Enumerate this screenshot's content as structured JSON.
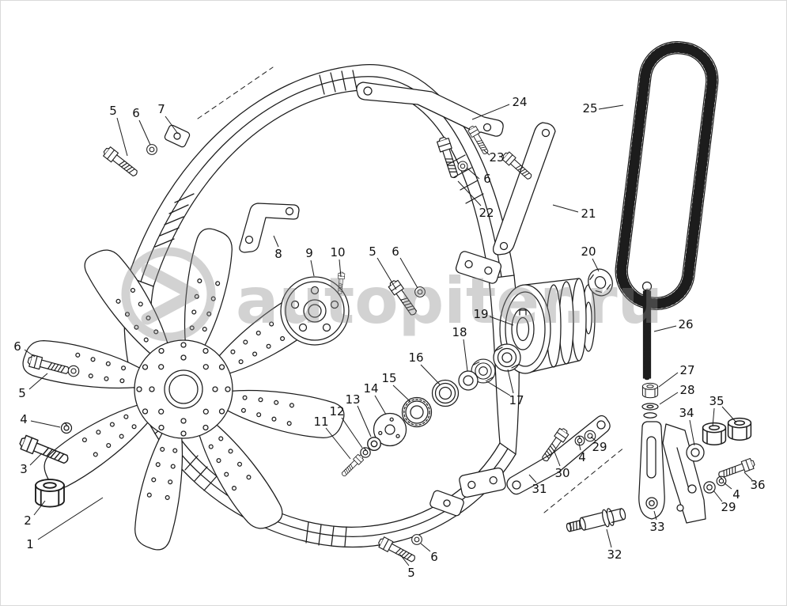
{
  "diagram": {
    "watermark": {
      "text": "autopiter.ru",
      "logo_glyph": ">"
    },
    "callouts": [
      {
        "label": "5",
        "t": [
          143,
          140
        ],
        "lines": [
          [
            148,
            149,
            161,
            197
          ]
        ]
      },
      {
        "label": "6",
        "t": [
          172,
          143
        ],
        "lines": [
          [
            176,
            152,
            190,
            183
          ]
        ]
      },
      {
        "label": "7",
        "t": [
          204,
          138
        ],
        "lines": [
          [
            209,
            147,
            225,
            169
          ]
        ]
      },
      {
        "label": "24",
        "t": [
          657,
          129
        ],
        "lines": [
          [
            644,
            132,
            597,
            151
          ]
        ]
      },
      {
        "label": "25",
        "t": [
          746,
          137
        ],
        "lines": [
          [
            757,
            138,
            788,
            133
          ]
        ]
      },
      {
        "label": "23",
        "t": [
          628,
          199
        ],
        "lines": [
          [
            619,
            196,
            612,
            190
          ]
        ]
      },
      {
        "label": "6",
        "t": [
          616,
          226
        ],
        "lines": [
          [
            606,
            226,
            590,
            212
          ]
        ]
      },
      {
        "label": "22",
        "t": [
          615,
          269
        ],
        "lines": [
          [
            608,
            260,
            579,
            229
          ]
        ]
      },
      {
        "label": "21",
        "t": [
          744,
          270
        ],
        "lines": [
          [
            731,
            268,
            699,
            259
          ]
        ]
      },
      {
        "label": "8",
        "t": [
          352,
          321
        ],
        "lines": [
          [
            352,
            312,
            346,
            298
          ]
        ]
      },
      {
        "label": "9",
        "t": [
          391,
          320
        ],
        "lines": [
          [
            393,
            329,
            397,
            349
          ]
        ]
      },
      {
        "label": "10",
        "t": [
          427,
          319
        ],
        "lines": [
          [
            429,
            328,
            431,
            350
          ]
        ]
      },
      {
        "label": "5",
        "t": [
          471,
          318
        ],
        "lines": [
          [
            477,
            326,
            501,
            366
          ]
        ]
      },
      {
        "label": "6",
        "t": [
          500,
          318
        ],
        "lines": [
          [
            506,
            326,
            528,
            364
          ]
        ]
      },
      {
        "label": "20",
        "t": [
          744,
          318
        ],
        "lines": [
          [
            749,
            327,
            757,
            343
          ]
        ]
      },
      {
        "label": "19",
        "t": [
          608,
          397
        ],
        "lines": [
          [
            619,
            400,
            649,
            411
          ]
        ]
      },
      {
        "label": "26",
        "t": [
          867,
          410
        ],
        "lines": [
          [
            855,
            412,
            827,
            419
          ]
        ]
      },
      {
        "label": "18",
        "t": [
          581,
          420
        ],
        "lines": [
          [
            586,
            429,
            591,
            469
          ]
        ]
      },
      {
        "label": "16",
        "t": [
          526,
          452
        ],
        "lines": [
          [
            532,
            461,
            556,
            486
          ]
        ]
      },
      {
        "label": "17",
        "t": [
          653,
          506
        ],
        "lines": [
          [
            649,
            497,
            642,
            467
          ],
          [
            645,
            500,
            614,
            481
          ]
        ]
      },
      {
        "label": "27",
        "t": [
          869,
          468
        ],
        "lines": [
          [
            857,
            471,
            833,
            489
          ]
        ]
      },
      {
        "label": "28",
        "t": [
          869,
          493
        ],
        "lines": [
          [
            857,
            496,
            834,
            511
          ]
        ]
      },
      {
        "label": "15",
        "t": [
          492,
          478
        ],
        "lines": [
          [
            497,
            487,
            518,
            507
          ]
        ]
      },
      {
        "label": "14",
        "t": [
          469,
          491
        ],
        "lines": [
          [
            474,
            500,
            488,
            524
          ]
        ]
      },
      {
        "label": "13",
        "t": [
          446,
          505
        ],
        "lines": [
          [
            452,
            513,
            469,
            552
          ]
        ]
      },
      {
        "label": "12",
        "t": [
          426,
          520
        ],
        "lines": [
          [
            432,
            528,
            458,
            566
          ]
        ]
      },
      {
        "label": "11",
        "t": [
          406,
          533
        ],
        "lines": [
          [
            412,
            541,
            443,
            580
          ]
        ]
      },
      {
        "label": "35",
        "t": [
          906,
          507
        ],
        "lines": [
          [
            903,
            516,
            901,
            539
          ],
          [
            913,
            514,
            931,
            534
          ]
        ]
      },
      {
        "label": "34",
        "t": [
          868,
          522
        ],
        "lines": [
          [
            872,
            531,
            878,
            563
          ]
        ]
      },
      {
        "label": "6",
        "t": [
          22,
          438
        ],
        "lines": [
          [
            31,
            442,
            44,
            451
          ]
        ]
      },
      {
        "label": "5",
        "t": [
          28,
          497
        ],
        "lines": [
          [
            37,
            492,
            60,
            472
          ]
        ]
      },
      {
        "label": "4",
        "t": [
          30,
          530
        ],
        "lines": [
          [
            39,
            532,
            76,
            540
          ]
        ]
      },
      {
        "label": "3",
        "t": [
          30,
          593
        ],
        "lines": [
          [
            38,
            588,
            53,
            573
          ]
        ]
      },
      {
        "label": "2",
        "t": [
          35,
          658
        ],
        "lines": [
          [
            43,
            651,
            57,
            633
          ]
        ]
      },
      {
        "label": "1",
        "t": [
          38,
          688
        ],
        "lines": [
          [
            48,
            682,
            130,
            629
          ]
        ]
      },
      {
        "label": "29",
        "t": [
          758,
          565
        ],
        "lines": [
          [
            753,
            557,
            747,
            552
          ]
        ]
      },
      {
        "label": "4",
        "t": [
          736,
          578
        ],
        "lines": [
          [
            734,
            569,
            732,
            560
          ]
        ]
      },
      {
        "label": "30",
        "t": [
          711,
          598
        ],
        "lines": [
          [
            708,
            589,
            701,
            571
          ]
        ]
      },
      {
        "label": "31",
        "t": [
          682,
          618
        ],
        "lines": [
          [
            678,
            610,
            669,
            600
          ]
        ]
      },
      {
        "label": "36",
        "t": [
          958,
          613
        ],
        "lines": [
          [
            951,
            607,
            941,
            597
          ]
        ]
      },
      {
        "label": "4",
        "t": [
          931,
          625
        ],
        "lines": [
          [
            925,
            618,
            915,
            610
          ]
        ]
      },
      {
        "label": "29",
        "t": [
          921,
          641
        ],
        "lines": [
          [
            913,
            634,
            902,
            620
          ]
        ]
      },
      {
        "label": "33",
        "t": [
          831,
          666
        ],
        "lines": [
          [
            830,
            657,
            827,
            646
          ]
        ]
      },
      {
        "label": "32",
        "t": [
          777,
          701
        ],
        "lines": [
          [
            773,
            692,
            767,
            669
          ]
        ]
      },
      {
        "label": "5",
        "t": [
          520,
          724
        ],
        "lines": [
          [
            517,
            715,
            506,
            701
          ]
        ]
      },
      {
        "label": "6",
        "t": [
          549,
          704
        ],
        "lines": [
          [
            544,
            697,
            532,
            687
          ]
        ]
      }
    ]
  }
}
